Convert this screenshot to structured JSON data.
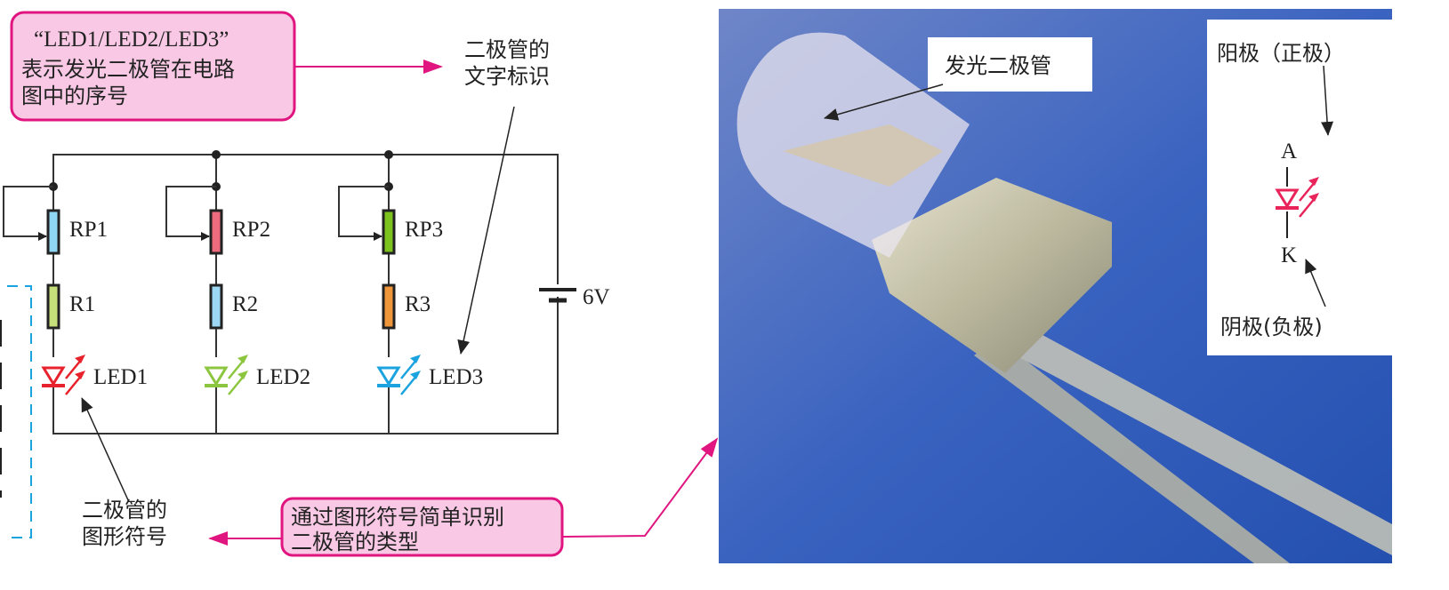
{
  "callouts": {
    "number_box": {
      "line1": "“LED1/LED2/LED3”",
      "line2": "表示发光二极管在电路",
      "line3": "图中的序号"
    },
    "text_id_label": {
      "line1": "二极管的",
      "line2": "文字标识"
    },
    "symbol_label": {
      "line1": "二极管的",
      "line2": "图形符号"
    },
    "type_box": {
      "line1": "通过图形符号简单识别",
      "line2": "二极管的类型"
    }
  },
  "circuit": {
    "rheostats": [
      "RP1",
      "RP2",
      "RP3"
    ],
    "resistors": [
      "R1",
      "R2",
      "R3"
    ],
    "leds": [
      "LED1",
      "LED2",
      "LED3"
    ],
    "battery": "6V"
  },
  "photo": {
    "led_label": "发光二极管",
    "inset": {
      "anode": "阳极（正极）",
      "anode_letter": "A",
      "cathode_letter": "K",
      "cathode": "阴极(负极)"
    }
  },
  "colors": {
    "callout_fill": "#f8c8e4",
    "callout_stroke": "#e0157f",
    "rp": [
      "#8fd6f4",
      "#ee6b7d",
      "#7cc31e"
    ],
    "r": [
      "#c5e07a",
      "#9cd8f3",
      "#f0963a"
    ],
    "led": [
      "#e8222c",
      "#8cc63e",
      "#1aa3df"
    ]
  }
}
